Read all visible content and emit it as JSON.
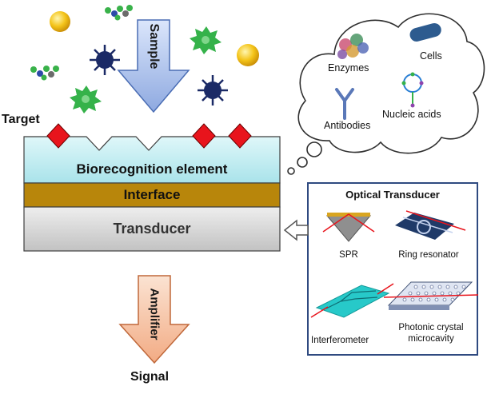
{
  "stack": {
    "target_label": "Target",
    "biorecognition_label": "Biorecognition element",
    "interface_label": "Interface",
    "transducer_label": "Transducer"
  },
  "arrows": {
    "sample_label": "Sample",
    "amplifier_label": "Amplifier",
    "signal_label": "Signal"
  },
  "cloud": {
    "items": [
      "Enzymes",
      "Cells",
      "Antibodies",
      "Nucleic acids"
    ]
  },
  "optical": {
    "title": "Optical Transducer",
    "items": [
      "SPR",
      "Ring resonator",
      "Interferometer",
      "Photonic crystal",
      "microcavity"
    ]
  },
  "colors": {
    "biorecognition": "#bfeef2",
    "interface": "#b8860b",
    "transducer": "#d4d4d4",
    "target": "#e8141c",
    "sample_arrow": "#a9c0ea",
    "amplifier_arrow": "#f7c6a6",
    "frame": "#2f4a80"
  }
}
